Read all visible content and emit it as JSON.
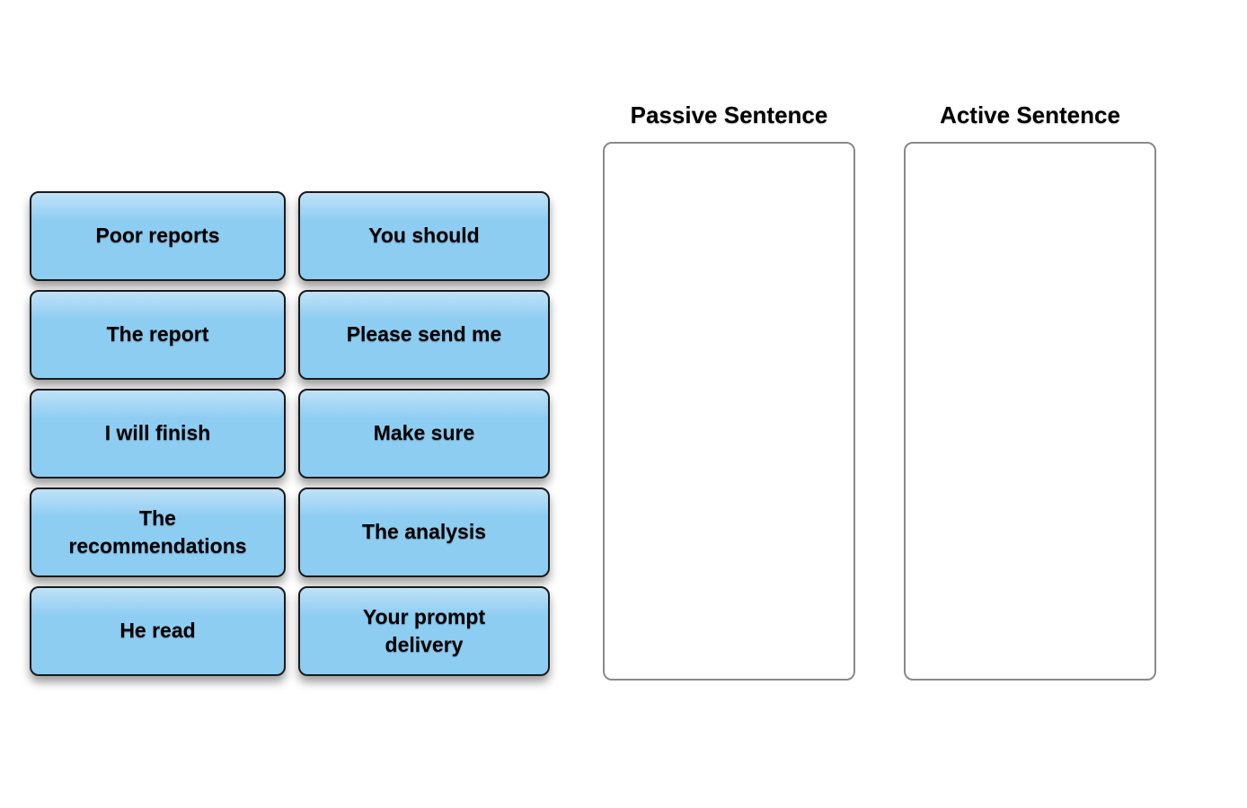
{
  "page": {
    "background_color": "#ffffff"
  },
  "tiles": {
    "fill_color": "#8ecdf2",
    "border_color": "#1a1a1a",
    "text_color": "#000000",
    "items": [
      {
        "label": "Poor reports"
      },
      {
        "label": "You should"
      },
      {
        "label": "The report"
      },
      {
        "label": "Please send me"
      },
      {
        "label": "I will finish"
      },
      {
        "label": "Make sure"
      },
      {
        "label": "The\nrecommendations"
      },
      {
        "label": "The analysis"
      },
      {
        "label": "He read"
      },
      {
        "label": "Your prompt\ndelivery"
      }
    ]
  },
  "drop_zones": [
    {
      "title": "Passive Sentence",
      "border_color": "#8a8a8a"
    },
    {
      "title": "Active Sentence",
      "border_color": "#8a8a8a"
    }
  ]
}
